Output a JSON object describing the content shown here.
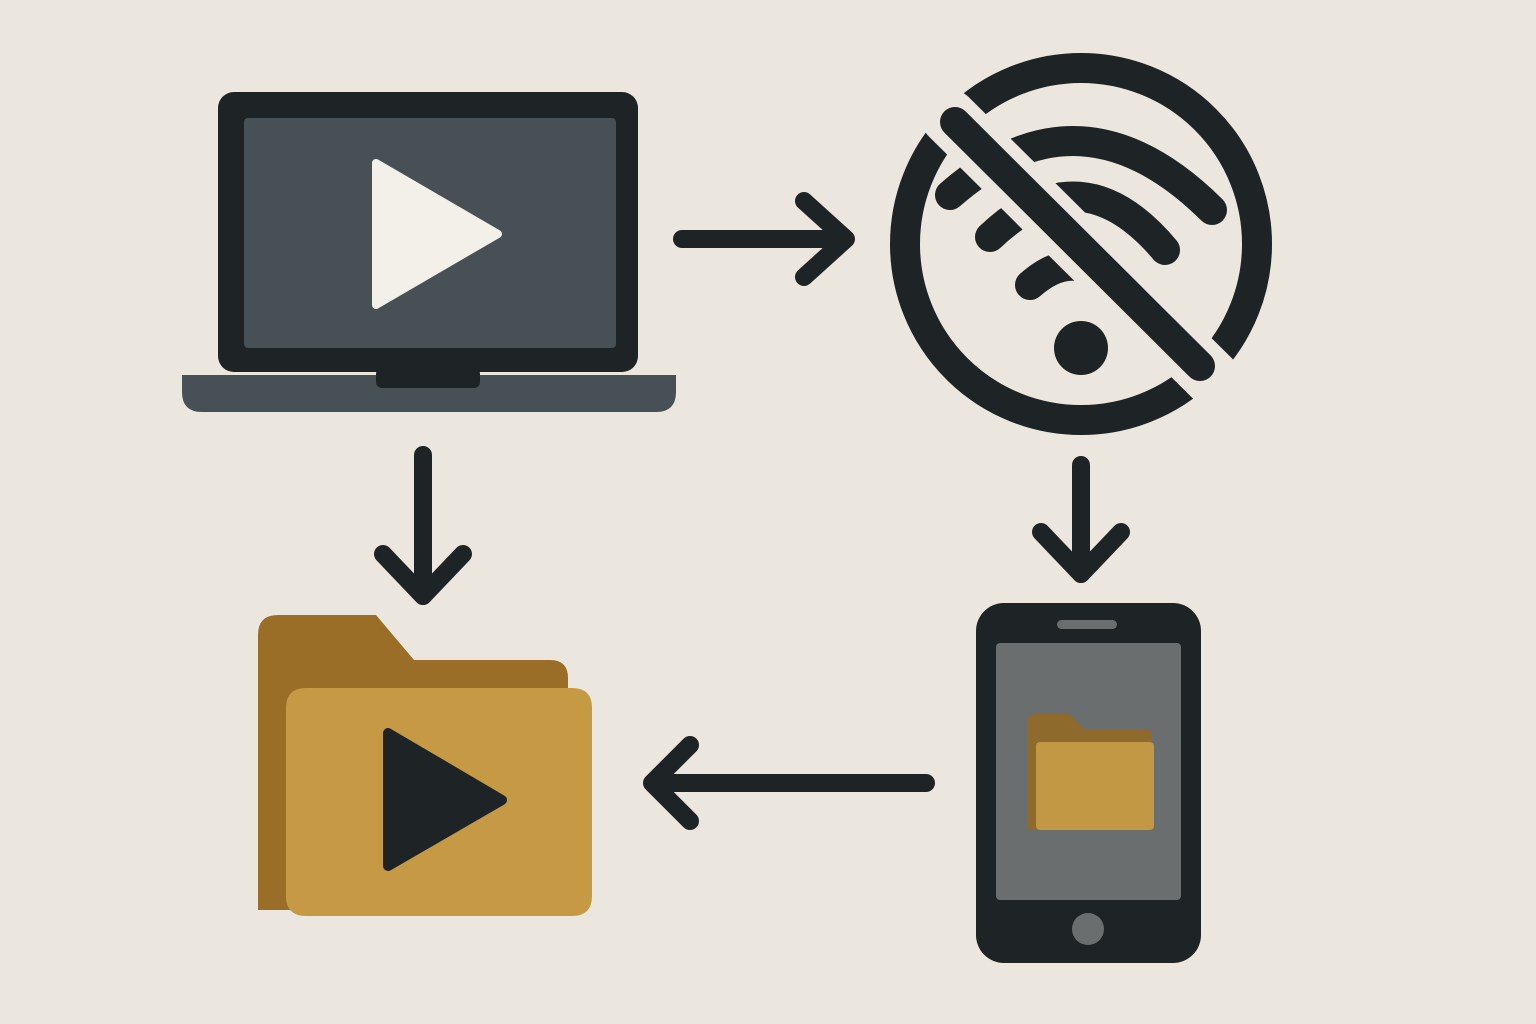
{
  "diagram": {
    "nodes": [
      {
        "id": "laptop",
        "icon": "laptop-play-icon"
      },
      {
        "id": "no-wifi",
        "icon": "no-wifi-icon"
      },
      {
        "id": "phone",
        "icon": "phone-folder-icon"
      },
      {
        "id": "video-folder",
        "icon": "video-folder-icon"
      }
    ],
    "edges": [
      {
        "from": "laptop",
        "to": "no-wifi",
        "direction": "right"
      },
      {
        "from": "laptop",
        "to": "video-folder",
        "direction": "down"
      },
      {
        "from": "no-wifi",
        "to": "phone",
        "direction": "down"
      },
      {
        "from": "phone",
        "to": "video-folder",
        "direction": "left"
      }
    ]
  },
  "colors": {
    "background": "#ECE7DE",
    "ink": "#1E2326",
    "laptop_screen": "#475055",
    "laptop_base": "#475055",
    "play_light": "#F3F0EA",
    "folder_back": "#9A6E26",
    "folder_front": "#C69A45",
    "phone_screen": "#6A6E6E",
    "phone_folder_back": "#8E6A2C",
    "phone_folder_front": "#C29844"
  }
}
